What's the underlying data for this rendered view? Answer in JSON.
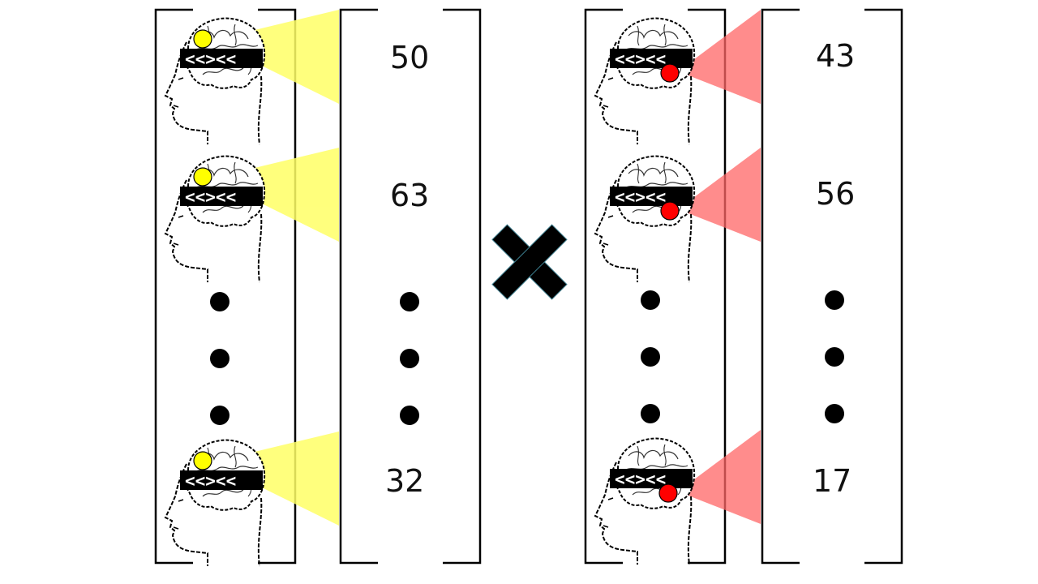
{
  "left_group": {
    "values": [
      "50",
      "63",
      "32"
    ],
    "stripe_text": "<<><<",
    "highlight_color": "#ffff00",
    "beam_color": "#ffff66"
  },
  "operator": {
    "icon": "multiply-icon",
    "color": "#000000"
  },
  "right_group": {
    "values": [
      "43",
      "56",
      "17"
    ],
    "stripe_text": "<<><<",
    "highlight_color": "#ff0000",
    "beam_color": "#ff6666"
  }
}
